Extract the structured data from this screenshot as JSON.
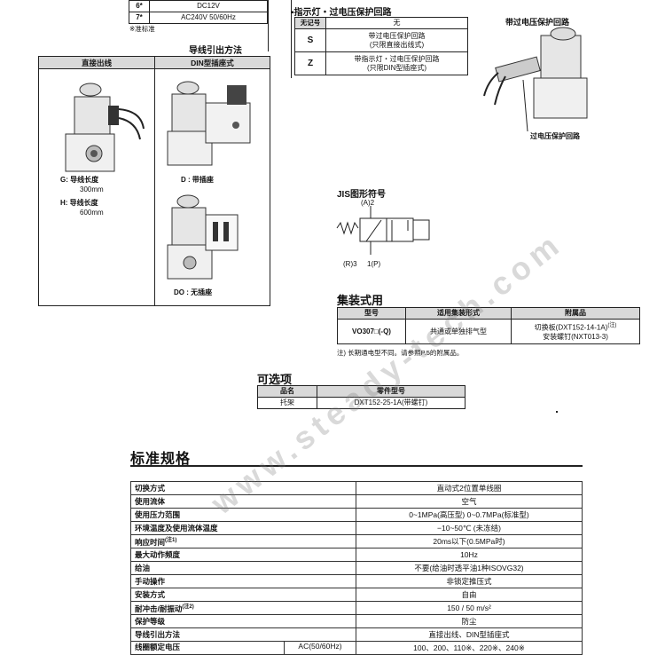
{
  "voltage_rows": [
    {
      "mark": "6*",
      "value": "DC12V"
    },
    {
      "mark": "7*",
      "value": "AC240V 50/60Hz"
    }
  ],
  "voltage_note": "※准标准",
  "indicator": {
    "title": "指示灯・过电压保护回路",
    "headers": [
      "无记号",
      "无"
    ],
    "rows": [
      {
        "mark": "S",
        "desc": [
          "带过电压保护回路",
          "(只限直接出线式)"
        ]
      },
      {
        "mark": "Z",
        "desc": [
          "带指示灯・过电压保护回路",
          "(只限DIN型插座式)"
        ]
      }
    ]
  },
  "surge_photo": {
    "title": "带过电压保护回路",
    "caption": "过电压保护回路"
  },
  "wiring": {
    "title": "导线引出方法",
    "col1": "直接出线",
    "col2": "DIN型插座式",
    "g_code": "G",
    "g_label": ": 导线长度",
    "g_len": "300mm",
    "h_code": "H",
    "h_label": ": 导线长度",
    "h_len": "600mm",
    "d_label": "D : 带插座",
    "do_label": "DO : 无插座"
  },
  "jis": {
    "title": "JIS图形符号",
    "port_a": "(A)2",
    "port_r": "(R)3",
    "port_p": "1(P)"
  },
  "manifold": {
    "title": "集装式用",
    "headers": [
      "型号",
      "适用集装形式",
      "附属品"
    ],
    "model": "VO307□(-Q)",
    "type": "共通或单独排气型",
    "accessories": [
      "切换板(DXT152-14-1A)",
      "安装螺钉(NXT013-3)"
    ],
    "acc_note_mark": "(注)",
    "note": "注) 长期通电型不同。请参照P.5的附属品。"
  },
  "options": {
    "title": "可选项",
    "headers": [
      "品名",
      "零件型号"
    ],
    "row": [
      "托架",
      "DXT152-25-1A(带螺钉)"
    ]
  },
  "spec": {
    "title": "标准规格",
    "rows": [
      {
        "k": "切换方式",
        "v": "直动式2位置单线圈"
      },
      {
        "k": "使用流体",
        "v": "空气"
      },
      {
        "k": "使用压力范围",
        "v": "0~1MPa(高压型)  0~0.7MPa(标准型)"
      },
      {
        "k": "环境温度及使用流体温度",
        "v": "−10~50℃ (未冻结)"
      },
      {
        "k": "响应时间",
        "v": "20ms以下(0.5MPa时)",
        "sup": "(注1)"
      },
      {
        "k": "最大动作频度",
        "v": "10Hz"
      },
      {
        "k": "给油",
        "v": "不要(给油时透平油1种ISOVG32)"
      },
      {
        "k": "手动操作",
        "v": "非锁定推压式"
      },
      {
        "k": "安装方式",
        "v": "自由"
      },
      {
        "k": "耐冲击/耐振动",
        "v": "150 / 50 m/s²",
        "sup": "(注2)"
      },
      {
        "k": "保护等级",
        "v": "防尘"
      },
      {
        "k": "导线引出方法",
        "v": "直接出线、DIN型插座式"
      }
    ],
    "last_row": {
      "k": "线圈额定电压",
      "sub": "AC(50/60Hz)",
      "v": "100、200、110※、220※、240※"
    }
  },
  "watermark": "www.steady-tech.com"
}
